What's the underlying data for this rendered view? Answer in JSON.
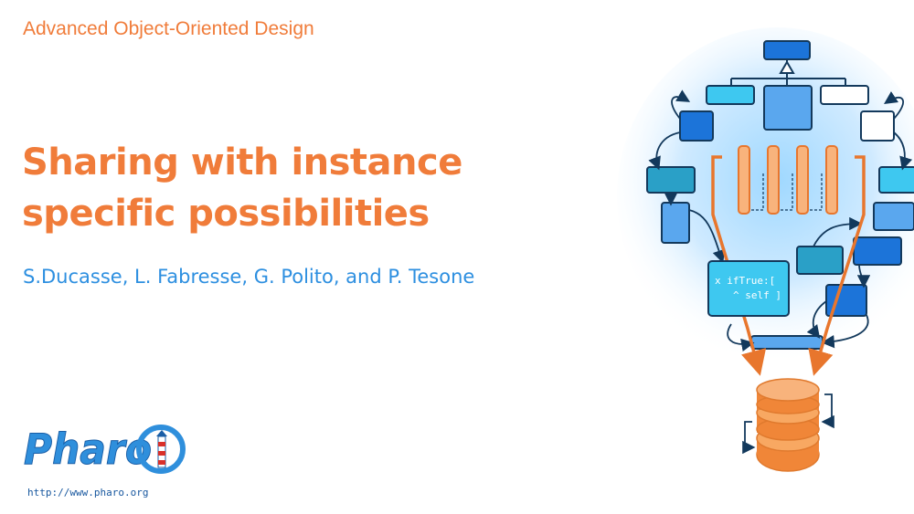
{
  "slide": {
    "course": "Advanced Object-Oriented Design",
    "title_lines": [
      "Sharing with instance",
      "specific possibilities"
    ],
    "authors": "S.Ducasse, L. Fabresse, G. Polito, and P. Tesone",
    "url": "http://www.pharo.org"
  },
  "logo": {
    "text": "Pharo",
    "icon": "lighthouse-icon"
  },
  "illustration": {
    "code_line_1": "x ifTrue:[",
    "code_line_2": "^ self ]",
    "icons": [
      "class-diagram-box",
      "database-icon",
      "code-snippet-box"
    ]
  },
  "colors": {
    "accent_orange": "#f07c3a",
    "authors_blue": "#2d8fe0",
    "box_blue": "#1c74d9",
    "box_cyan": "#3ec8f0",
    "outline_dark": "#13395c"
  }
}
